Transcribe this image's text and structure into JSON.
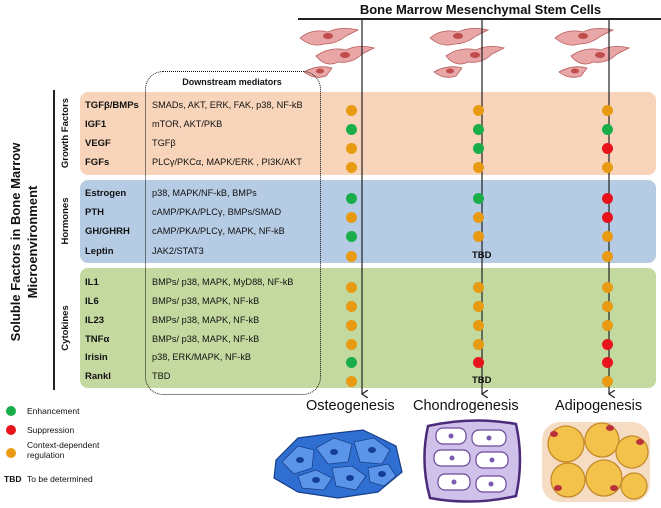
{
  "header": {
    "title": "Bone Marrow Mesenchymal Stem Cells"
  },
  "side_title": {
    "line1": "Soluble Factors in Bone Marrow",
    "line2": "Microenvironment"
  },
  "mediators_header": "Downstream mediators",
  "colors": {
    "enhancement": "#1aae4a",
    "suppression": "#e8141c",
    "context": "#e89b12",
    "growth_band": "#f8d5ba",
    "hormone_band": "#b6cce4",
    "cytokine_band": "#c4d9a0"
  },
  "groups": [
    {
      "label": "Growth Factors",
      "rows": [
        {
          "factor": "TGFβ/BMPs",
          "mediators": "SMADs, AKT, ERK, FAK, p38, NF-kB",
          "osteo": "context",
          "chondro": "context",
          "adipo": "context"
        },
        {
          "factor": "IGF1",
          "mediators": "mTOR, AKT/PKB",
          "osteo": "enhancement",
          "chondro": "enhancement",
          "adipo": "enhancement"
        },
        {
          "factor": "VEGF",
          "mediators": "TGFβ",
          "osteo": "context",
          "chondro": "enhancement",
          "adipo": "suppression"
        },
        {
          "factor": "FGFs",
          "mediators": "PLCγ/PKCα, MAPK/ERK , PI3K/AKT",
          "osteo": "context",
          "chondro": "context",
          "adipo": "context"
        }
      ]
    },
    {
      "label": "Hormones",
      "rows": [
        {
          "factor": "Estrogen",
          "mediators": "p38, MAPK/NF-kB, BMPs",
          "osteo": "enhancement",
          "chondro": "enhancement",
          "adipo": "suppression"
        },
        {
          "factor": "PTH",
          "mediators": "cAMP/PKA/PLCγ, BMPs/SMAD",
          "osteo": "context",
          "chondro": "context",
          "adipo": "suppression"
        },
        {
          "factor": "GH/GHRH",
          "mediators": "cAMP/PKA/PLCγ, MAPK, NF-kB",
          "osteo": "enhancement",
          "chondro": "context",
          "adipo": "context"
        },
        {
          "factor": "Leptin",
          "mediators": "JAK2/STAT3",
          "osteo": "context",
          "chondro": "tbd",
          "adipo": "context"
        }
      ]
    },
    {
      "label": "Cytokines",
      "rows": [
        {
          "factor": "IL1",
          "mediators": "BMPs/ p38, MAPK, MyD88, NF-kB",
          "osteo": "context",
          "chondro": "context",
          "adipo": "context"
        },
        {
          "factor": "IL6",
          "mediators": "BMPs/ p38, MAPK, NF-kB",
          "osteo": "context",
          "chondro": "context",
          "adipo": "context"
        },
        {
          "factor": "IL23",
          "mediators": "BMPs/ p38, MAPK, NF-kB",
          "osteo": "context",
          "chondro": "context",
          "adipo": "context"
        },
        {
          "factor": "TNFα",
          "mediators": "BMPs/ p38, MAPK, NF-kB",
          "osteo": "context",
          "chondro": "context",
          "adipo": "suppression"
        },
        {
          "factor": "Irisin",
          "mediators": "p38, ERK/MAPK, NF-kB",
          "osteo": "enhancement",
          "chondro": "suppression",
          "adipo": "suppression"
        },
        {
          "factor": "Rankl",
          "mediators": "TBD",
          "osteo": "context",
          "chondro": "tbd",
          "adipo": "context"
        }
      ]
    }
  ],
  "tbd_text": "TBD",
  "outcomes": [
    "Osteogenesis",
    "Chondrogenesis",
    "Adipogenesis"
  ],
  "legend": [
    {
      "key": "enhancement",
      "text": "Enhancement"
    },
    {
      "key": "suppression",
      "text": "Suppression"
    },
    {
      "key": "context",
      "text": "Context-dependent regulation"
    }
  ],
  "legend_tbd": {
    "abbr": "TBD",
    "text": "To be determined"
  }
}
